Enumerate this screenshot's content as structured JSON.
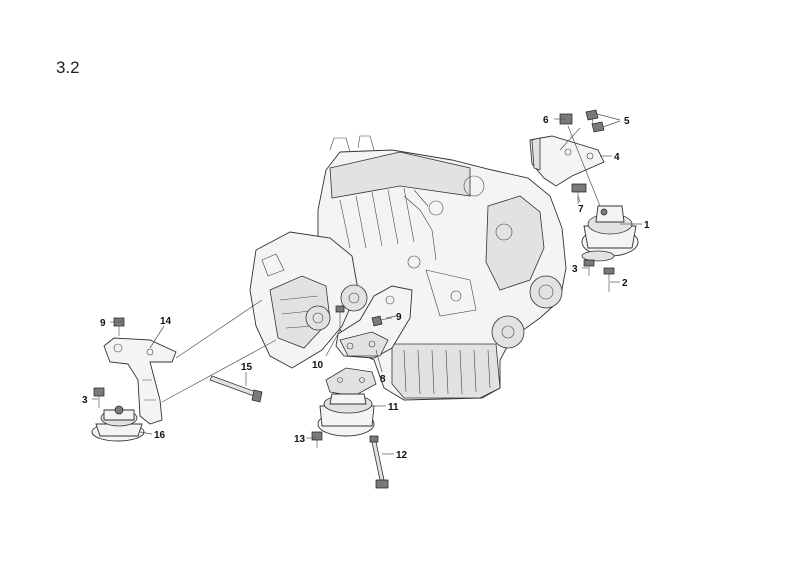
{
  "section_number": "3.2",
  "callouts": [
    "1",
    "2",
    "3",
    "4",
    "5",
    "6",
    "7",
    "8",
    "9",
    "10",
    "11",
    "12",
    "13",
    "14",
    "15",
    "16",
    "3",
    "9"
  ]
}
